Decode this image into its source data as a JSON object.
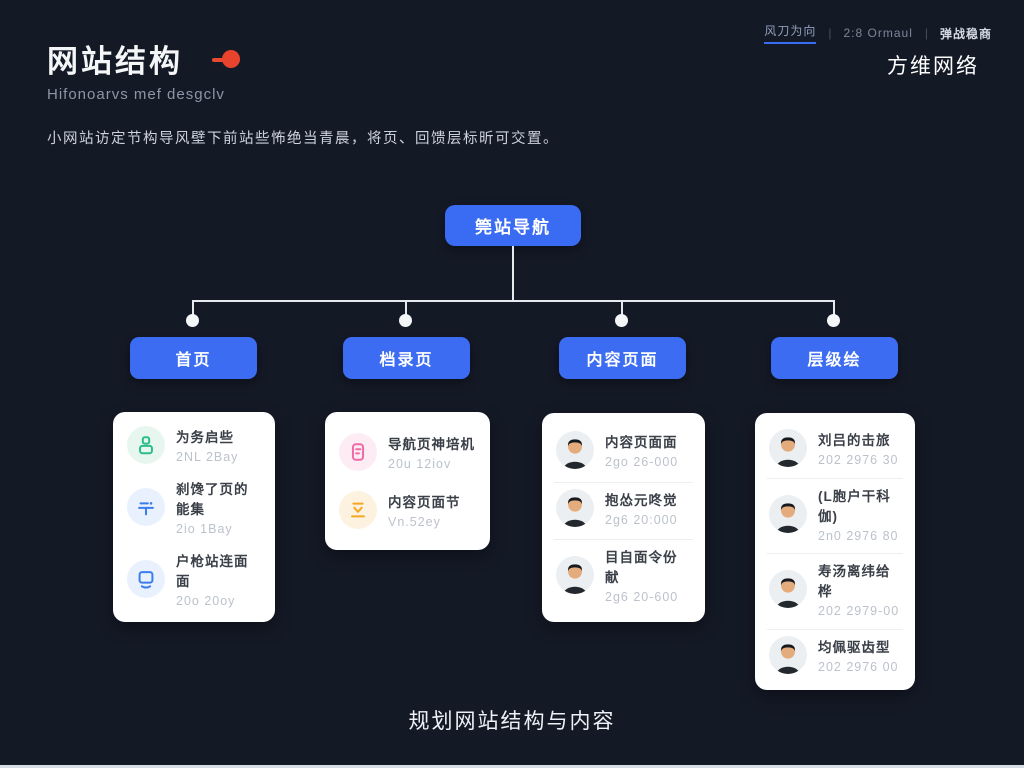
{
  "page": {
    "background": "#141926"
  },
  "header": {
    "title": "网站结构",
    "subtitle": "Hifonoarvs mef desgclv",
    "description": "小网站访定节构导风壁下前站些怖绝当青晨，将页、回馈层标昕可交置。"
  },
  "topnav": {
    "separator": "|",
    "items": [
      {
        "label": "风刀为向",
        "active": true
      },
      {
        "label": "2:8 Ormaul",
        "active": false
      },
      {
        "label": "弹战稳商",
        "active": false
      }
    ],
    "brand": "方维网络"
  },
  "tree": {
    "root": "筦站导航",
    "branches": [
      "首页",
      "档录页",
      "内容页面",
      "层级绘"
    ]
  },
  "cards": [
    {
      "items": [
        {
          "icon": "user-icon",
          "icon_color": "#2dbd8c",
          "title": "为务启些",
          "sub": "2NL 2Bay"
        },
        {
          "icon": "sliders-icon",
          "icon_color": "#3b7ded",
          "title": "刹馋了页的能集",
          "sub": "2io 1Bay"
        },
        {
          "icon": "monitor-icon",
          "icon_color": "#3b7ded",
          "title": "户枪站连面面",
          "sub": "20o 20oy"
        }
      ]
    },
    {
      "items": [
        {
          "icon": "badge-icon",
          "icon_color": "#f06aa8",
          "title": "导航页神培机",
          "sub": "20u 12iov"
        },
        {
          "icon": "tray-icon",
          "icon_color": "#f5a623",
          "title": "内容页面节",
          "sub": "Vn.52ey"
        }
      ]
    },
    {
      "items": [
        {
          "icon": "avatar",
          "title": "内容页面面",
          "sub": "2go 26-000"
        },
        {
          "icon": "avatar",
          "title": "抱怂元咚觉",
          "sub": "2g6 20:000"
        },
        {
          "icon": "avatar",
          "title": "目自面令份献",
          "sub": "2g6 20-600"
        }
      ]
    },
    {
      "items": [
        {
          "icon": "avatar",
          "title": "刘吕的击旅",
          "sub": "202 2976 30"
        },
        {
          "icon": "avatar",
          "title": "(L胞户干科伽)",
          "sub": "2n0 2976 80"
        },
        {
          "icon": "avatar",
          "title": "寿汤离纬给桦",
          "sub": "202 2979-00"
        },
        {
          "icon": "avatar",
          "title": "均佩驱齿型",
          "sub": "202 2976 00"
        }
      ]
    }
  ],
  "caption": "规划网站结构与内容",
  "colors": {
    "background": "#141926",
    "accent_blue": "#3a6bf3",
    "accent_red": "#e8432c",
    "connector": "#e6e9ed",
    "card_bg": "#ffffff",
    "green_icon": "#2dbd8c",
    "pink_icon": "#f06aa8",
    "orange_icon": "#f5a623"
  }
}
